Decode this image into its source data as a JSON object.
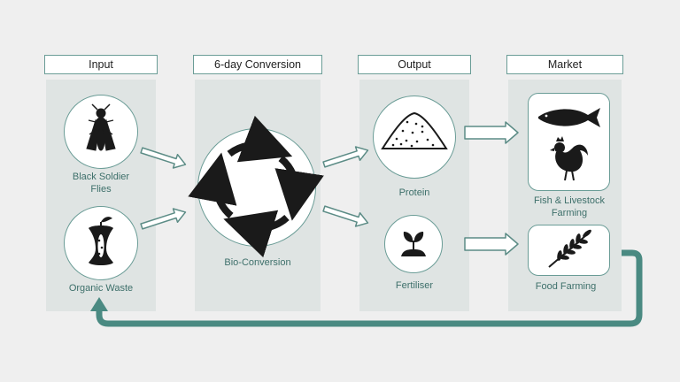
{
  "headers": {
    "input": "Input",
    "conversion": "6-day Conversion",
    "output": "Output",
    "market": "Market"
  },
  "nodes": {
    "black_soldier_flies": "Black Soldier Flies",
    "organic_waste": "Organic Waste",
    "bio_conversion": "Bio-Conversion",
    "protein": "Protein",
    "fertiliser": "Fertiliser",
    "fish_livestock": "Fish & Livestock Farming",
    "food_farming": "Food Farming"
  },
  "icons": {
    "fly": "fly-icon",
    "apple_core": "apple-core-icon",
    "cycle": "cycle-arrows-icon",
    "powder": "powder-pile-icon",
    "sprout": "sprout-icon",
    "fish": "fish-icon",
    "chicken": "chicken-icon",
    "wheat": "wheat-icon"
  },
  "colors": {
    "accent": "#4a8a82",
    "panel": "#dfe4e3",
    "background": "#efefef"
  }
}
